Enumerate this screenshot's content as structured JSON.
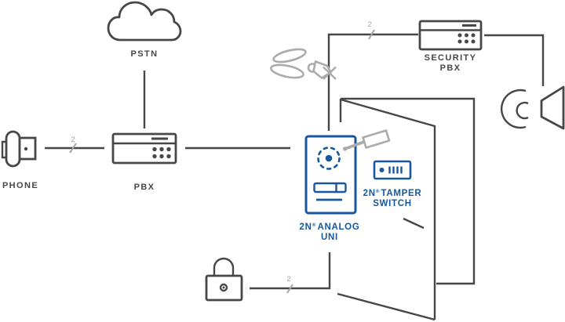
{
  "diagram": {
    "title_hint": "2N Analog Uni door intercom wiring diagram",
    "labels": {
      "pstn": "PSTN",
      "phone": "PHONE",
      "pbx": "PBX",
      "security_pbx_line1": "SECURITY",
      "security_pbx_line2": "PBX",
      "analog_uni_brand": "2N",
      "analog_uni_reg": "®",
      "analog_uni_line1_rest": "ANALOG",
      "analog_uni_line2": "UNI",
      "tamper_brand": "2N",
      "tamper_reg": "®",
      "tamper_line1_rest": "TAMPER",
      "tamper_line2": "SWITCH"
    },
    "wire_labels": {
      "phone_pbx": "2",
      "uni_security_pbx": "2",
      "uni_lock": "2"
    },
    "colors": {
      "line_gray": "#474747",
      "brand_blue": "#16579d",
      "tool_gray": "#ababab",
      "wire_label_gray": "#a3a3a3",
      "background": "#ffffff"
    }
  }
}
